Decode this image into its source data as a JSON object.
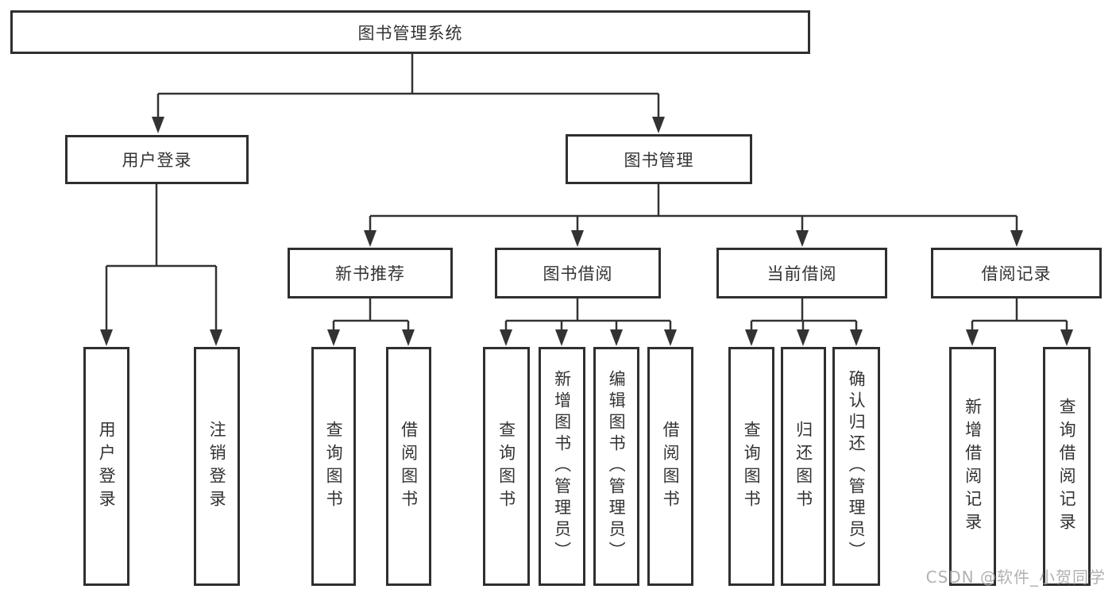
{
  "diagram": {
    "root": {
      "label": "图书管理系统"
    },
    "branches": [
      {
        "label": "用户登录",
        "children": [
          {
            "label": "用户登录"
          },
          {
            "label": "注销登录"
          }
        ]
      },
      {
        "label": "图书管理",
        "children": [
          {
            "label": "新书推荐",
            "children": [
              {
                "label": "查询图书"
              },
              {
                "label": "借阅图书"
              }
            ]
          },
          {
            "label": "图书借阅",
            "children": [
              {
                "label": "查询图书"
              },
              {
                "label": "新增图书（管理员）"
              },
              {
                "label": "编辑图书（管理员）"
              },
              {
                "label": "借阅图书"
              }
            ]
          },
          {
            "label": "当前借阅",
            "children": [
              {
                "label": "查询图书"
              },
              {
                "label": "归还图书"
              },
              {
                "label": "确认归还（管理员）"
              }
            ]
          },
          {
            "label": "借阅记录",
            "children": [
              {
                "label": "新增借阅记录"
              },
              {
                "label": "查询借阅记录"
              }
            ]
          }
        ]
      }
    ]
  },
  "watermark": "CSDN @软件_小贺同学",
  "colors": {
    "line": "#333333",
    "box_border": "#2f2f2f",
    "box_fill": "#ffffff",
    "text": "#333333",
    "watermark": "#a8a8aa"
  }
}
